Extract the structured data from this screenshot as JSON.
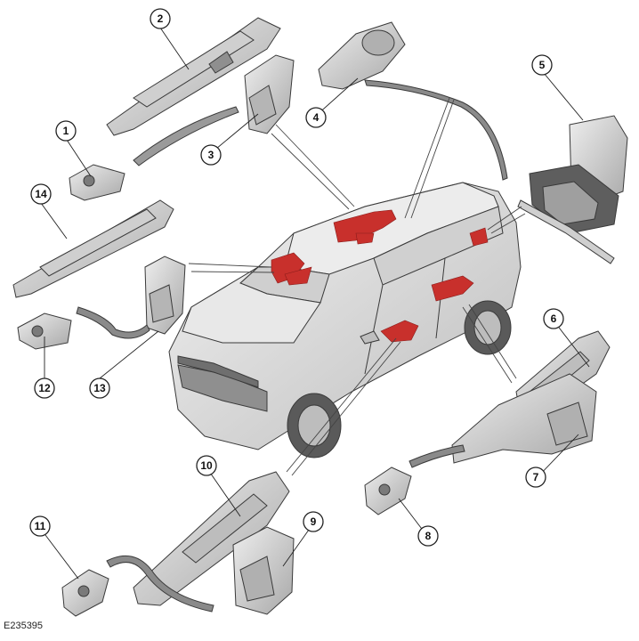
{
  "figure_id": "E235395",
  "colors": {
    "component": "#d9d9d9",
    "component_dark": "#9a9a9a",
    "vehicle_body": "#e3e3e3",
    "highlight": "#c8302c",
    "outline": "#3a3a3a",
    "callout_stroke": "#222222",
    "leader_line": "#444444"
  },
  "callouts": [
    "1",
    "2",
    "3",
    "4",
    "5",
    "6",
    "7",
    "8",
    "9",
    "10",
    "11",
    "12",
    "13",
    "14"
  ]
}
